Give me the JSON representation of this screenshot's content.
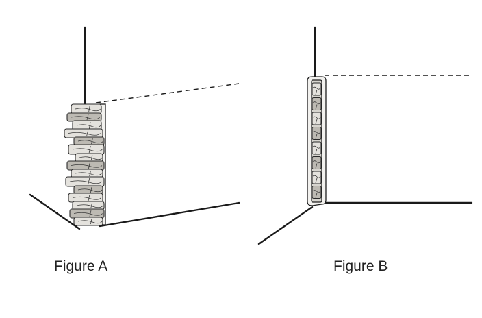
{
  "figures": [
    {
      "caption": "Figure A",
      "depicts": "stacked-stone-outside-corner"
    },
    {
      "caption": "Figure B",
      "depicts": "stone-trim-inside-corner"
    }
  ],
  "colors": {
    "line": "#1a1a1a",
    "stone_light": "#e4e2dd",
    "stone_dark": "#bdbab3",
    "background": "#ffffff"
  }
}
